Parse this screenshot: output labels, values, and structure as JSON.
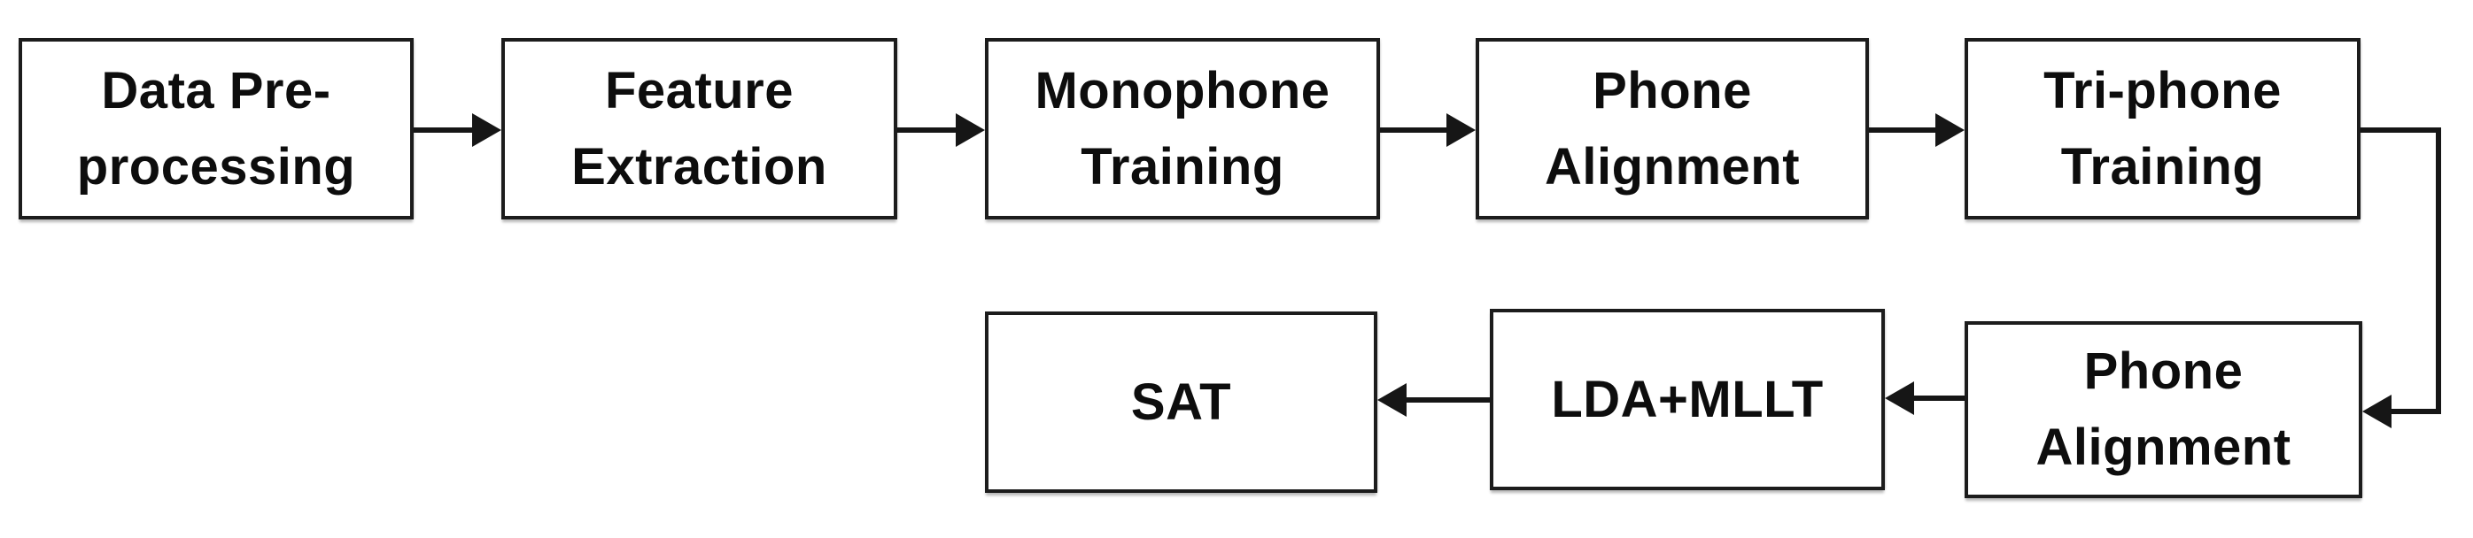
{
  "diagram": {
    "background_color": "#ffffff",
    "box_border_color": "#1c1c1c",
    "arrow_color": "#161616",
    "text_color": "#0d0d0d",
    "nodes": [
      {
        "id": "data-preprocessing",
        "label": "Data Pre-\nprocessing"
      },
      {
        "id": "feature-extraction",
        "label": "Feature\nExtraction"
      },
      {
        "id": "monophone-training",
        "label": "Monophone\nTraining"
      },
      {
        "id": "phone-alignment-1",
        "label": "Phone\nAlignment"
      },
      {
        "id": "triphone-training",
        "label": "Tri-phone\nTraining"
      },
      {
        "id": "sat",
        "label": "SAT"
      },
      {
        "id": "lda-mllt",
        "label": "LDA+MLLT"
      },
      {
        "id": "phone-alignment-2",
        "label": "Phone\nAlignment"
      }
    ],
    "edges": [
      {
        "from": "data-preprocessing",
        "to": "feature-extraction"
      },
      {
        "from": "feature-extraction",
        "to": "monophone-training"
      },
      {
        "from": "monophone-training",
        "to": "phone-alignment-1"
      },
      {
        "from": "phone-alignment-1",
        "to": "triphone-training"
      },
      {
        "from": "triphone-training",
        "to": "phone-alignment-2"
      },
      {
        "from": "phone-alignment-2",
        "to": "lda-mllt"
      },
      {
        "from": "lda-mllt",
        "to": "sat"
      }
    ]
  }
}
